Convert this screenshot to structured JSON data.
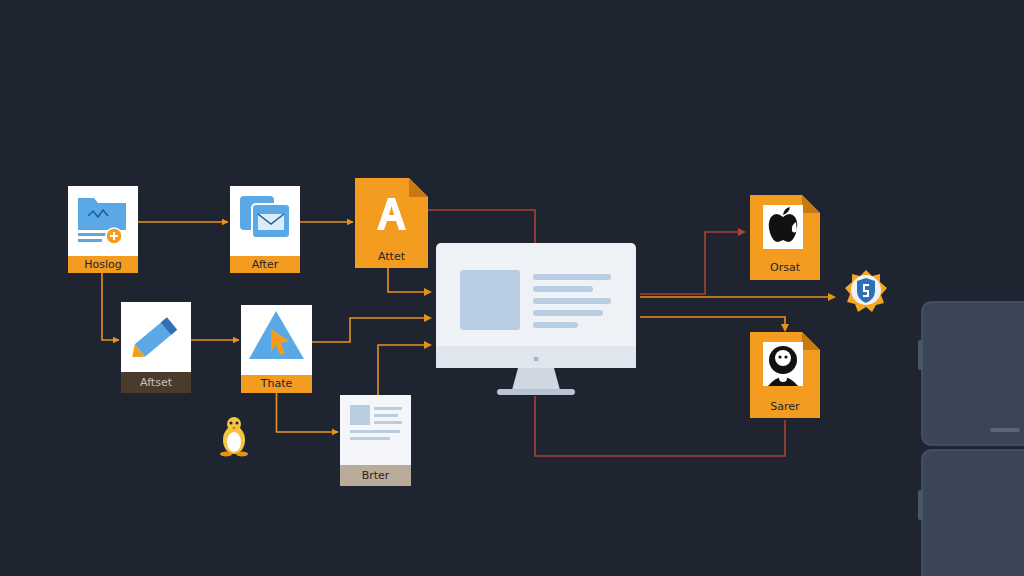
{
  "diagram": {
    "nodes": [
      {
        "text": [
          "Hoslog"
        ]
      },
      {
        "text": [
          "After"
        ]
      },
      {
        "text": [
          "Attet"
        ]
      },
      {
        "text": [
          "Aftset"
        ]
      },
      {
        "text": [
          "Thate"
        ]
      },
      {
        "text": [
          "Brter"
        ]
      },
      {
        "text": [
          "Orsat"
        ]
      },
      {
        "text": [
          "Sarer"
        ]
      }
    ],
    "edges": [
      {
        "from": 0,
        "to": 1,
        "arrow": "to"
      },
      {
        "from": 1,
        "to": 2,
        "arrow": "to"
      },
      {
        "from": 0,
        "to": 3,
        "arrow": "to"
      },
      {
        "from": 3,
        "to": 4,
        "arrow": "to"
      },
      {
        "from": 4,
        "to": 5,
        "arrow": "to"
      }
    ]
  }
}
